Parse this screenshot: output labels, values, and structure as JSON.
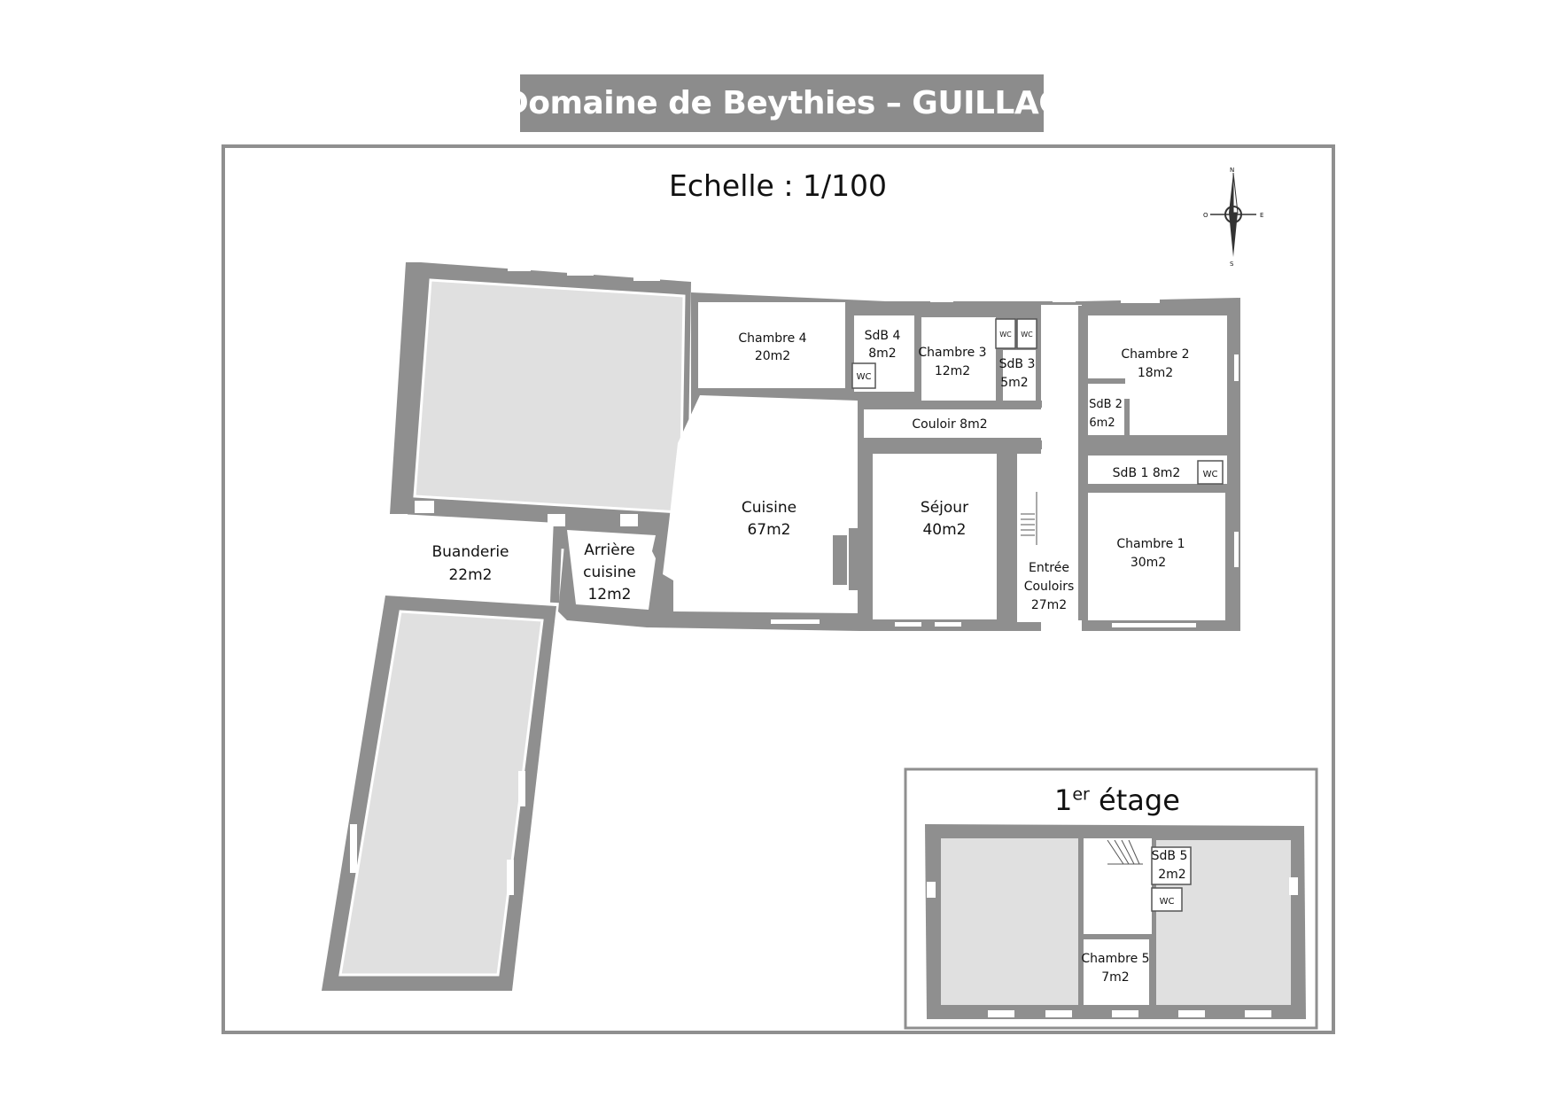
{
  "title": "Domaine de Beythies – GUILLAC",
  "scale": "Echelle : 1/100",
  "compass": {
    "n": "N",
    "s": "S",
    "e": "E",
    "o": "O"
  },
  "ground_floor": {
    "rooms": [
      {
        "name": "Chambre 4",
        "area": "20m2"
      },
      {
        "name": "SdB 4",
        "area": "8m2"
      },
      {
        "name": "Chambre 3",
        "area": "12m2"
      },
      {
        "name": "SdB 3",
        "area": "5m2"
      },
      {
        "name": "Chambre 2",
        "area": "18m2"
      },
      {
        "name": "SdB 2",
        "area": "6m2"
      },
      {
        "name": "Couloir 8m2"
      },
      {
        "name": "SdB 1 8m2"
      },
      {
        "name": "Cuisine",
        "area": "67m2"
      },
      {
        "name": "Séjour",
        "area": "40m2"
      },
      {
        "name": "Chambre 1",
        "area": "30m2"
      },
      {
        "name": "Buanderie",
        "area": "22m2"
      },
      {
        "name": "Arrière",
        "name2": "cuisine",
        "area": "12m2"
      },
      {
        "name": "Entrée",
        "name2": "Couloirs",
        "area": "27m2"
      }
    ],
    "wc_label": "WC"
  },
  "first_floor": {
    "title_main": "1",
    "title_sup": "er",
    "title_rest": " étage",
    "rooms": [
      {
        "name": "SdB 5",
        "area": "2m2"
      },
      {
        "name": "Chambre 5",
        "area": "7m2"
      }
    ],
    "wc_label": "WC"
  }
}
